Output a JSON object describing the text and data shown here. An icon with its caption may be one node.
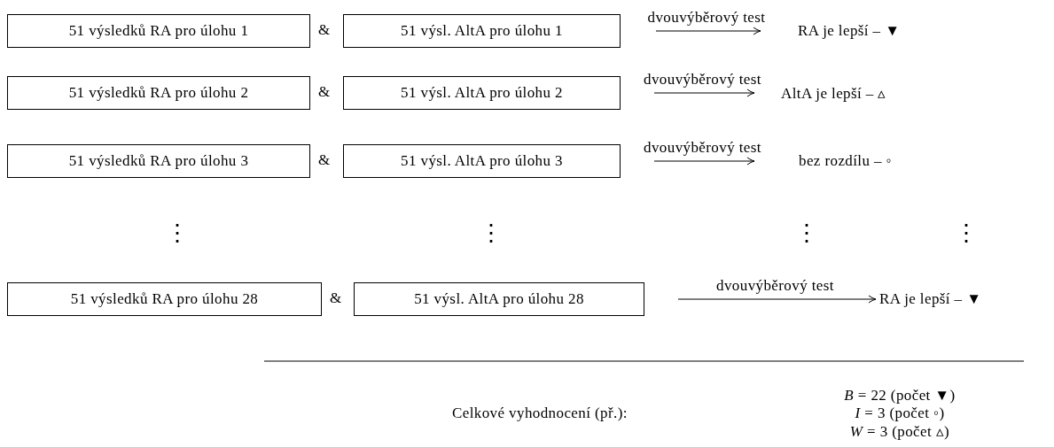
{
  "diagram": {
    "nodes": [
      {
        "text": [
          "51 výsledků RA pro úlohu 1"
        ]
      },
      {
        "text": [
          "51 výsl. AltA pro úlohu 1"
        ]
      },
      {
        "text": [
          "RA je lepší – ▼"
        ]
      },
      {
        "text": [
          "51 výsledků RA pro úlohu 2"
        ]
      },
      {
        "text": [
          "51 výsl. AltA pro úlohu 2"
        ]
      },
      {
        "text": [
          "AltA je lepší – ▵"
        ]
      },
      {
        "text": [
          "51 výsledků RA pro úlohu 3"
        ]
      },
      {
        "text": [
          "51 výsl. AltA pro úlohu 3"
        ]
      },
      {
        "text": [
          "bez rozdílu – ◦"
        ]
      },
      {
        "text": [
          "51 výsledků RA pro úlohu 28"
        ]
      },
      {
        "text": [
          "51 výsl. AltA pro úlohu 28"
        ]
      },
      {
        "text": [
          "RA je lepší – ▼"
        ]
      }
    ],
    "edges": [
      {
        "from": null,
        "to": 2,
        "arrow": "to",
        "label": "dvouvýběrový test"
      },
      {
        "from": null,
        "to": 5,
        "arrow": "to",
        "label": "dvouvýběrový test"
      },
      {
        "from": null,
        "to": 8,
        "arrow": "to",
        "label": "dvouvýběrový test"
      },
      {
        "from": null,
        "to": 11,
        "arrow": "to",
        "label": "dvouvýběrový test"
      }
    ],
    "labels": [
      "&",
      "&",
      "&",
      "⋮",
      "⋮",
      "⋮",
      "⋮",
      "&",
      "Celkové vyhodnocení (př.):",
      "*B* = 22 (počet ▼)",
      "*I* = 3 (počet ◦)",
      "*W* = 3 (počet ▵)"
    ]
  }
}
